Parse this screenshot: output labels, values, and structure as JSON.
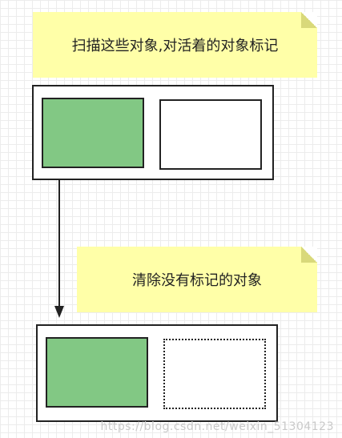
{
  "notes": {
    "top": "扫描这些对象,对活着的对象标记",
    "bottom": "清除没有标记的对象"
  },
  "watermark": "https://blog.csdn.net/weixin_51304123",
  "colors": {
    "note": "#ffffa8",
    "green": "#82c884",
    "border": "#222222"
  }
}
